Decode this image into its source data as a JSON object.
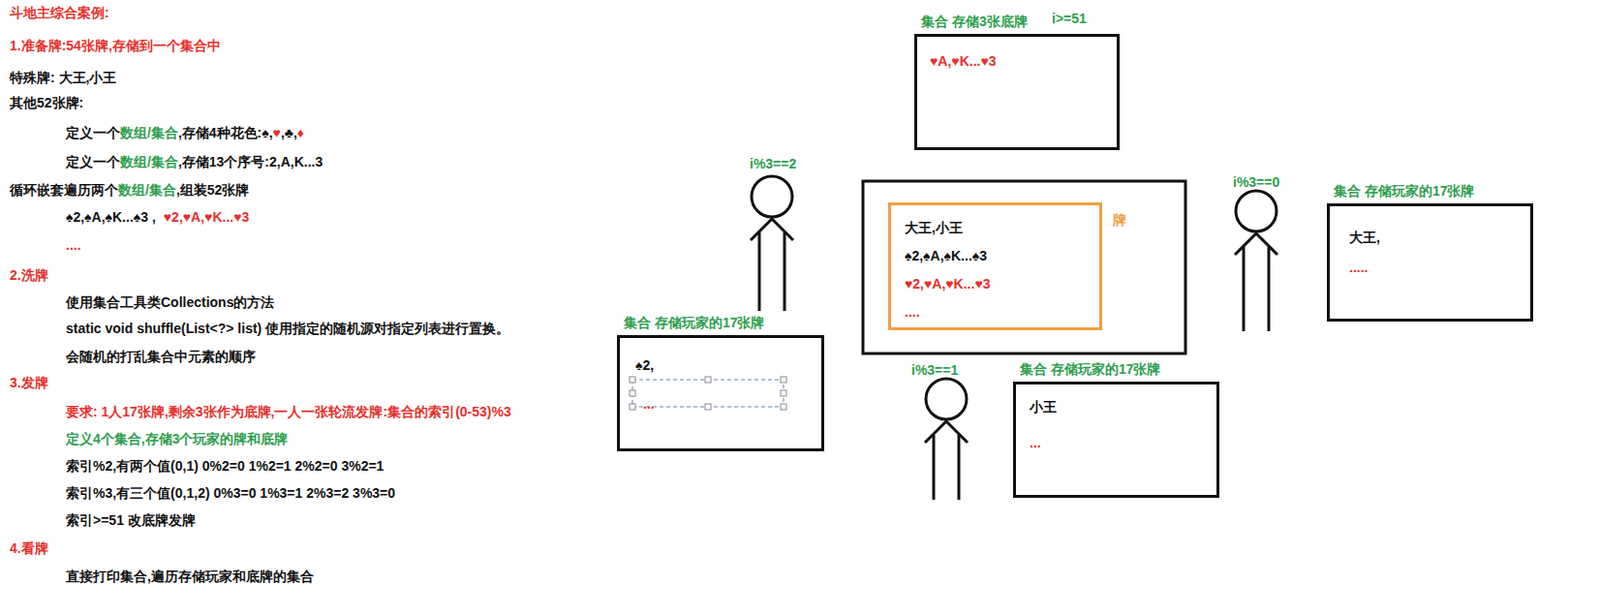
{
  "diagram": {
    "title": "斗地主综合案例:",
    "nodes": [
      {
        "text": [
          "集合 存储3张底牌",
          "♥A,♥K...♥3"
        ]
      },
      {
        "text": [
          "牌",
          "大王,小王",
          "♠2,♠A,♠K...♠3",
          "♥2,♥A,♥K...♥3",
          "...."
        ]
      },
      {
        "text": [
          "集合 存储玩家的17张牌",
          "大王,",
          "....."
        ]
      },
      {
        "text": [
          "集合 存储玩家的17张牌",
          "♠2,",
          "..."
        ]
      },
      {
        "text": [
          "集合 存储玩家的17张牌",
          "小王",
          "..."
        ]
      }
    ],
    "labels": [
      "1.准备牌:54张牌,存储到一个集合中",
      "特殊牌: 大王,小王",
      "其他52张牌:",
      "定义一个",
      "数组/集合",
      ",存储4种花色:♠,",
      "♥",
      ",♣,",
      "♦",
      "定义一个",
      "数组/集合",
      ",存储13个序号:2,A,K...3",
      "循环嵌套遍历两个",
      "数组/集合",
      ",组装52张牌",
      "♠2,♠A,♠K...♠3 ,",
      "♥2,♥A,♥K...♥3",
      "....",
      "2.洗牌",
      "使用集合工具类Collections的方法",
      "static void shuffle(List<?> list) 使用指定的随机源对指定列表进行置换。",
      "会随机的打乱集合中元素的顺序",
      "3.发牌",
      "要求: 1人17张牌,剩余3张作为底牌,一人一张轮流发牌:集合的索引(0-53)%3",
      "定义4个集合,存储3个玩家的牌和底牌",
      "索引%2,有两个值(0,1) 0%2=0 1%2=1 2%2=0 3%2=1",
      "索引%3,有三个值(0,1,2) 0%3=0 1%3=1 2%3=2 3%3=0",
      "索引>=51 改底牌发牌",
      "4.看牌",
      "直接打印集合,遍历存储玩家和底牌的集合",
      "i%3==2",
      "i%3==0",
      "i%3==1",
      "i>=51"
    ]
  }
}
